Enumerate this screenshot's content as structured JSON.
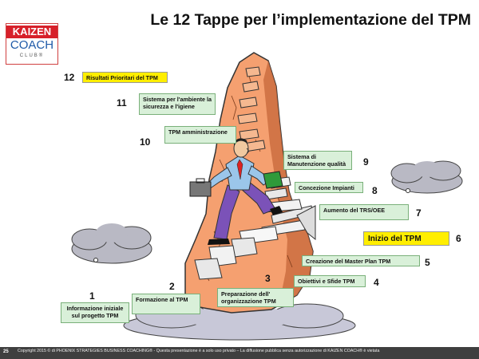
{
  "slide": {
    "title": "Le 12 Tappe per l’implementazione del TPM",
    "page_number": "25",
    "copyright": "Copyright 2015 © di PHOENIX STRATEGIES BUSINESS COACHING® - Questa presentazione è a solo uso privato – La diffusione pubblica senza autorizzazione di KAIZEN COACH® è vietata"
  },
  "logo": {
    "line1": "KAIZEN",
    "line2": "COACH",
    "line3": "CLUB®"
  },
  "steps": [
    {
      "number": "1",
      "label": "Informazione iniziale sul progetto TPM"
    },
    {
      "number": "2",
      "label": "Formazione al TPM"
    },
    {
      "number": "3",
      "label": "Preparazione dell' organizzazione TPM"
    },
    {
      "number": "4",
      "label": "Obiettivi e Sfide TPM"
    },
    {
      "number": "5",
      "label": "Creazione del Master Plan TPM"
    },
    {
      "number": "6",
      "label": "Inizio del TPM"
    },
    {
      "number": "7",
      "label": "Aumento del TRS/OEE"
    },
    {
      "number": "8",
      "label": "Concezione Impianti"
    },
    {
      "number": "9",
      "label": "Sistema di Manutenzione qualità"
    },
    {
      "number": "10",
      "label": "TPM amministrazione"
    },
    {
      "number": "11",
      "label": "Sistema per l'ambiente la sicurezza e l'igiene"
    },
    {
      "number": "12",
      "label": "Risultati Prioritari del TPM"
    }
  ],
  "colors": {
    "rock": "#f5a070",
    "rock_dark": "#c96a3d",
    "cloud": "#b9b9c4",
    "green_box": "#d9f0d9",
    "yellow_box": "#ffee00"
  }
}
